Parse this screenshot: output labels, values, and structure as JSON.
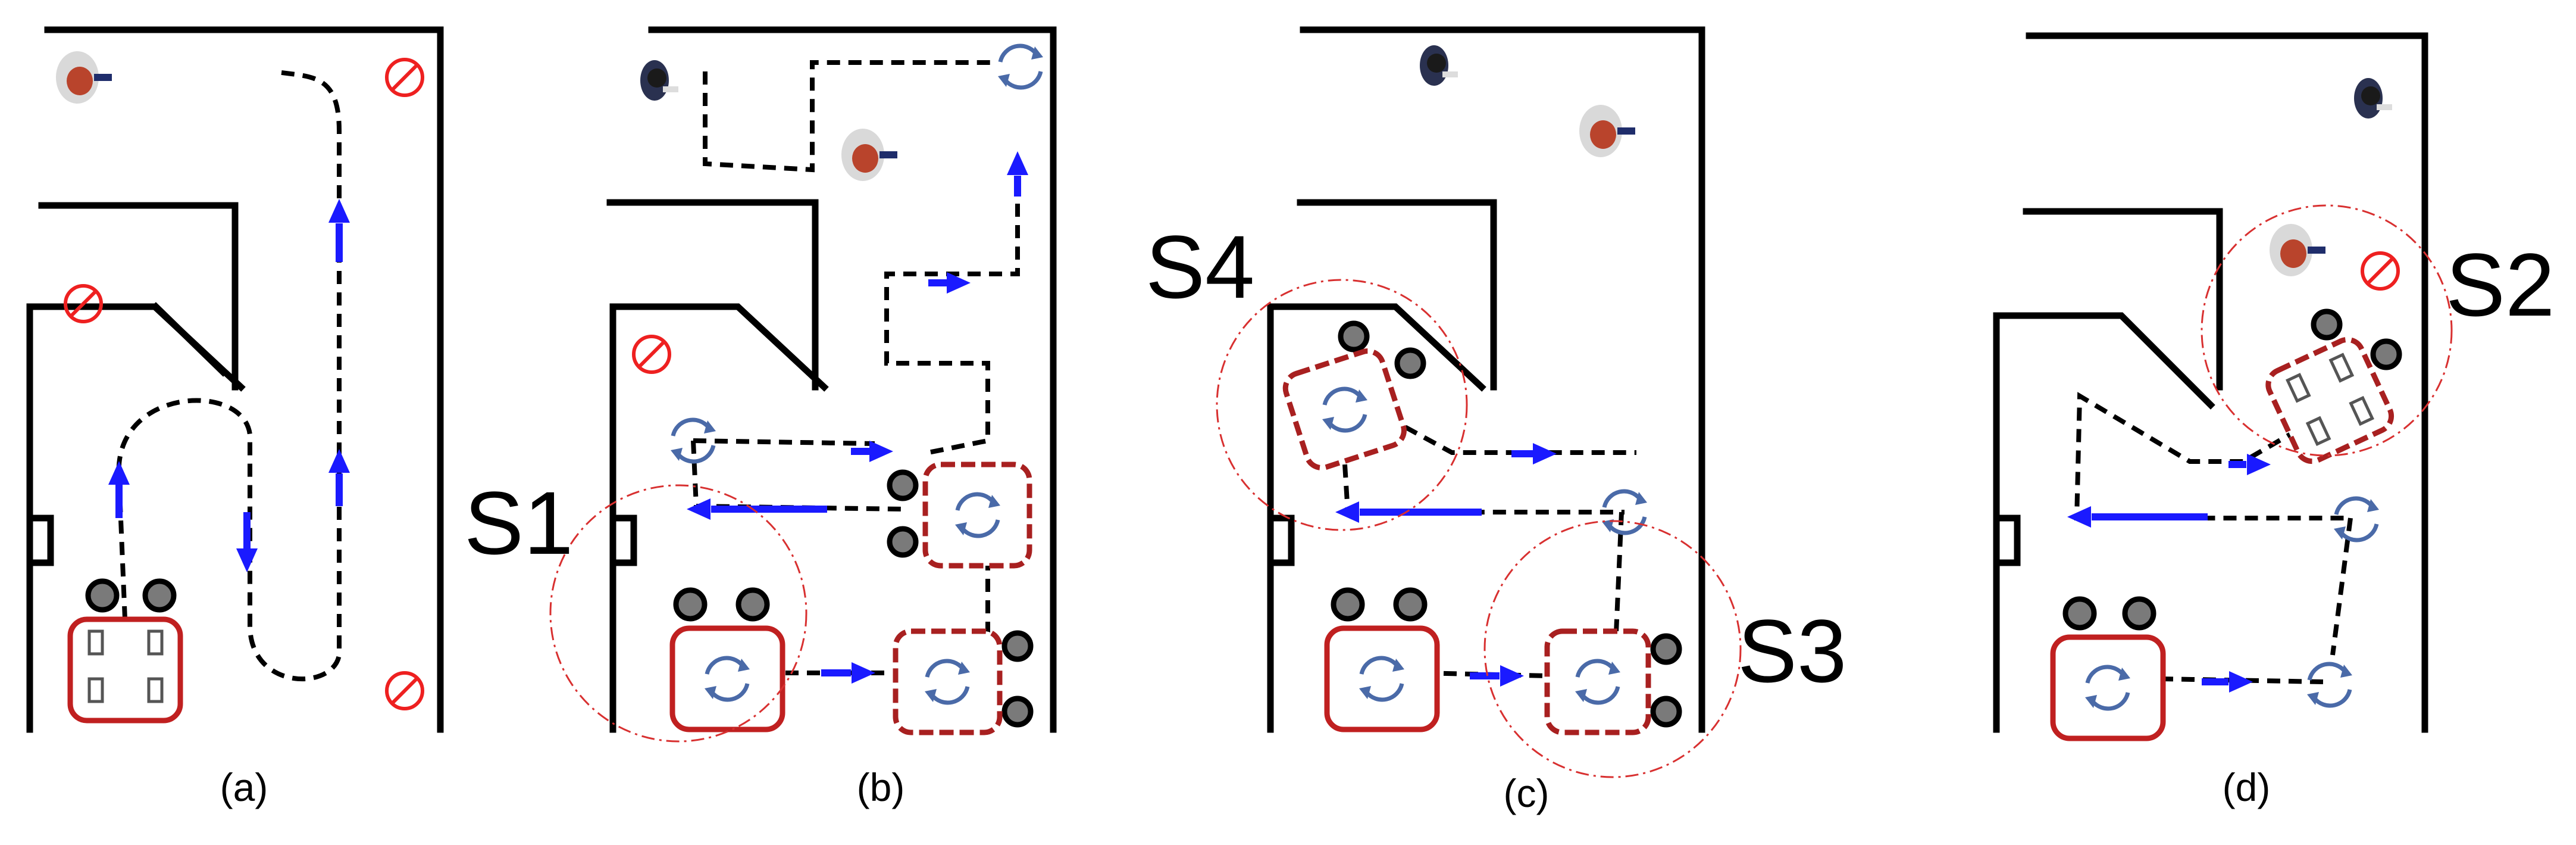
{
  "panels": [
    {
      "id": "a",
      "caption": "(a)"
    },
    {
      "id": "b",
      "caption": "(b)",
      "zone_label": "S1"
    },
    {
      "id": "c",
      "caption": "(c)",
      "zone_labels": [
        "S4",
        "S3"
      ]
    },
    {
      "id": "d",
      "caption": "(d)",
      "zone_label": "S2"
    }
  ],
  "colors": {
    "path_arrow": "#1a1aff",
    "robot_outline": "#c02020",
    "sensing_zone": "#d83030",
    "no_entry": "#ee2020",
    "rotation_marker": "#4a6aa8"
  },
  "icons": [
    "person-topdown-icon",
    "no-entry-icon",
    "robot-icon",
    "rotation-icon",
    "arrow-icon"
  ]
}
